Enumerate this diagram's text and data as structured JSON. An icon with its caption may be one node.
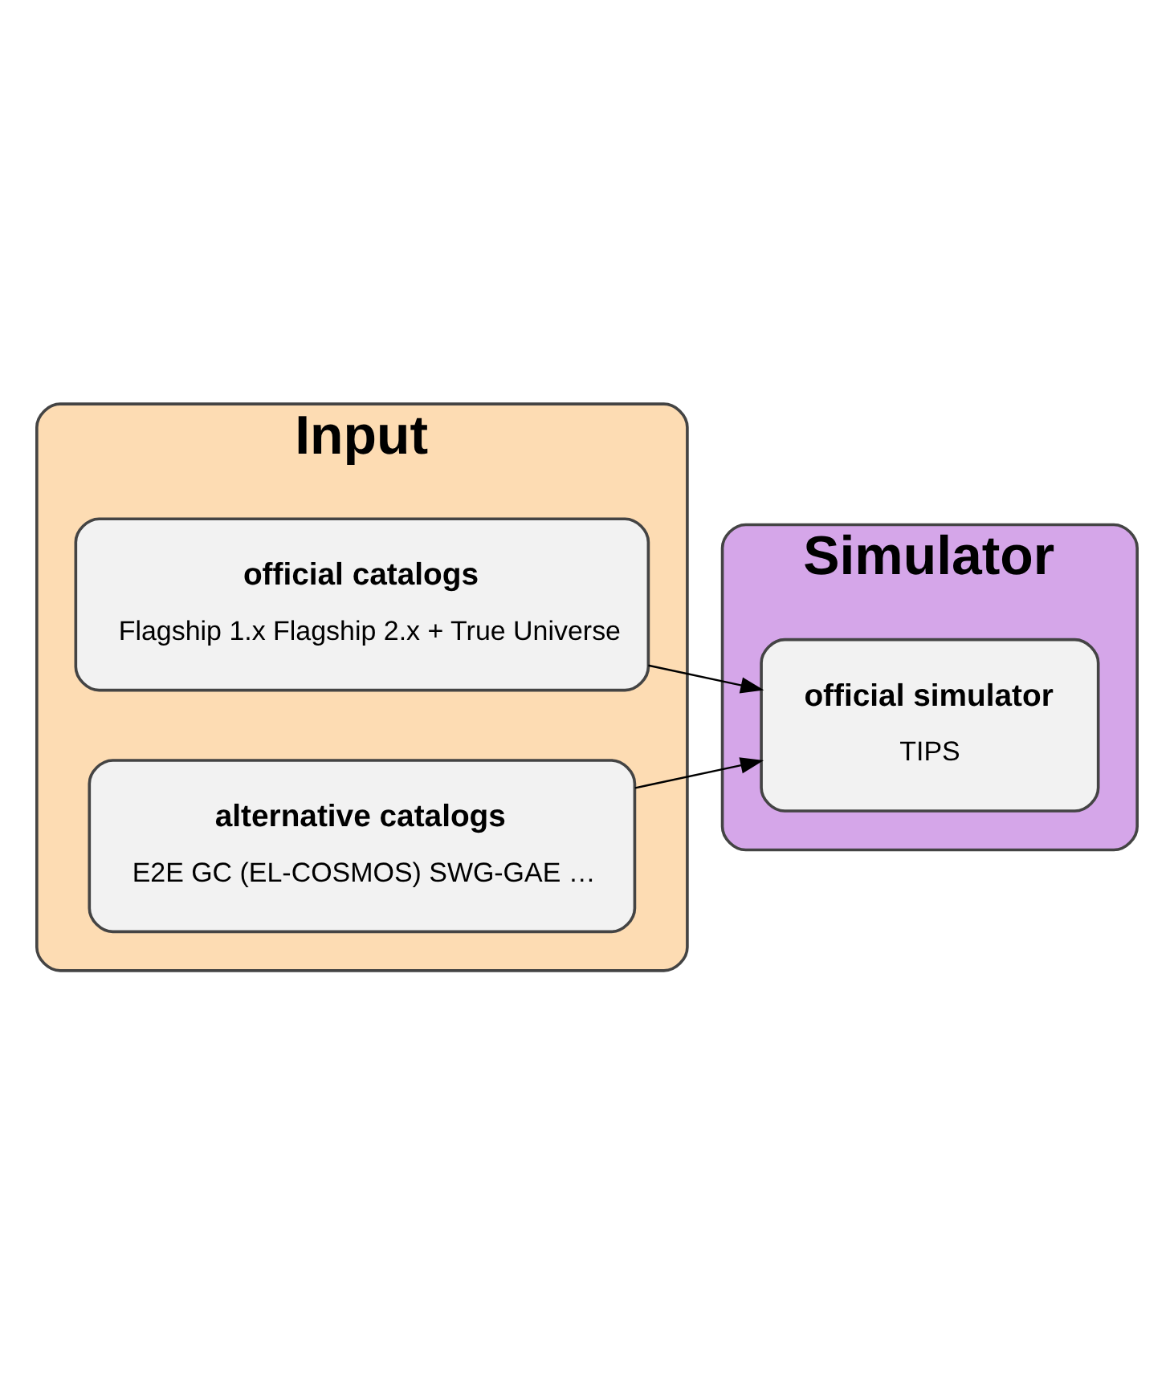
{
  "diagram": {
    "nodes": [
      {
        "text": [
          "Input"
        ]
      },
      {
        "text": [
          "official catalogs",
          "Flagship 1.x Flagship 2.x + True Universe"
        ],
        "in": 0
      },
      {
        "text": [
          "alternative catalogs",
          "E2E GC (EL-COSMOS) SWG-GAE …"
        ],
        "in": 0
      },
      {
        "text": [
          "Simulator"
        ]
      },
      {
        "text": [
          "official simulator",
          "TIPS"
        ],
        "in": 3
      }
    ],
    "edges": [
      {
        "from": 1,
        "to": 4,
        "arrow": "to"
      },
      {
        "from": 2,
        "to": 4,
        "arrow": "to"
      }
    ]
  }
}
